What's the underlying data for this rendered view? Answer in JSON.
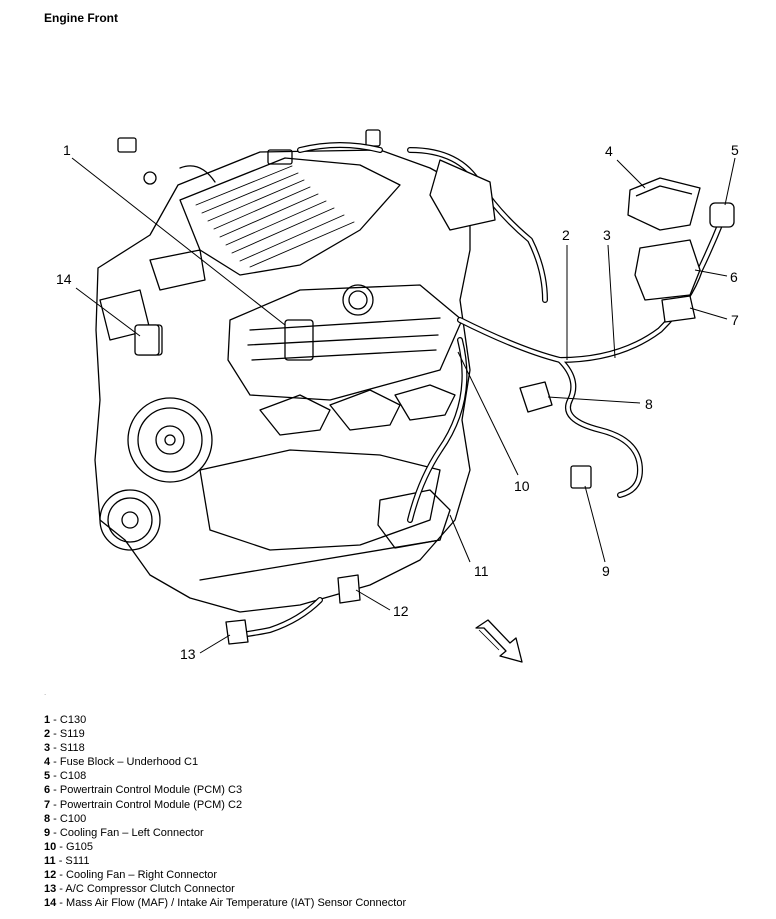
{
  "title": "Engine Front",
  "callouts": [
    "1",
    "2",
    "3",
    "4",
    "5",
    "6",
    "7",
    "8",
    "9",
    "10",
    "11",
    "12",
    "13",
    "14"
  ],
  "legend": [
    {
      "num": "1",
      "sep": " - ",
      "text": "C130"
    },
    {
      "num": "2",
      "sep": " - ",
      "text": "S119"
    },
    {
      "num": "3",
      "sep": " - ",
      "text": "S118"
    },
    {
      "num": "4",
      "sep": " - ",
      "text": "Fuse Block – Underhood C1"
    },
    {
      "num": "5",
      "sep": " - ",
      "text": "C108"
    },
    {
      "num": "6",
      "sep": " - ",
      "text": "Powertrain Control Module (PCM) C3"
    },
    {
      "num": "7",
      "sep": " - ",
      "text": "Powertrain Control Module (PCM) C2"
    },
    {
      "num": "8",
      "sep": " - ",
      "text": "C100"
    },
    {
      "num": "9",
      "sep": " - ",
      "text": "Cooling Fan – Left Connector"
    },
    {
      "num": "10",
      "sep": " - ",
      "text": "G105"
    },
    {
      "num": "11",
      "sep": " - ",
      "text": "S111"
    },
    {
      "num": "12",
      "sep": " - ",
      "text": "Cooling Fan – Right Connector"
    },
    {
      "num": "13",
      "sep": " - ",
      "text": "A/C Compressor Clutch Connector"
    },
    {
      "num": "14",
      "sep": " - ",
      "text": "Mass Air Flow (MAF) / Intake Air Temperature (IAT) Sensor Connector"
    }
  ]
}
